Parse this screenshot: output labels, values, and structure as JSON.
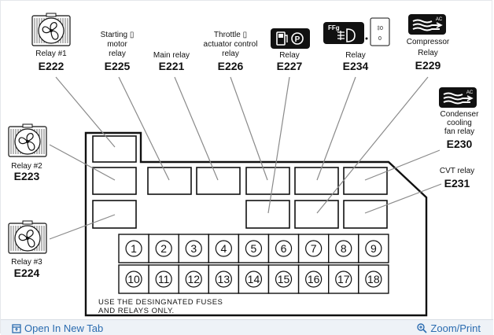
{
  "relays": [
    {
      "id": "r1",
      "label_lines": [
        "Relay #1"
      ],
      "code": "E222"
    },
    {
      "id": "r2",
      "label_lines": [
        "Starting ▯",
        "motor",
        "relay"
      ],
      "code": "E225"
    },
    {
      "id": "r3",
      "label_lines": [
        "Main relay"
      ],
      "code": "E221"
    },
    {
      "id": "r4",
      "label_lines": [
        "Throttle ▯",
        "actuator control",
        "relay"
      ],
      "code": "E226"
    },
    {
      "id": "r5",
      "label_lines": [
        "Relay"
      ],
      "code": "E227"
    },
    {
      "id": "r6",
      "label_lines": [
        "Relay"
      ],
      "code": "E234"
    },
    {
      "id": "r7",
      "label_lines": [
        "Compressor",
        "Relay"
      ],
      "code": "E229"
    },
    {
      "id": "r8",
      "label_lines": [
        "Condenser",
        "cooling",
        "fan relay"
      ],
      "code": "E230"
    },
    {
      "id": "r9",
      "label_lines": [
        "CVT relay"
      ],
      "code": "E231"
    },
    {
      "id": "r10",
      "label_lines": [
        "Relay #2"
      ],
      "code": "E223"
    },
    {
      "id": "r11",
      "label_lines": [
        "Relay #3"
      ],
      "code": "E224"
    }
  ],
  "fuses_row1": [
    "1",
    "2",
    "3",
    "4",
    "5",
    "6",
    "7",
    "8",
    "9"
  ],
  "fuses_row2": [
    "10",
    "11",
    "12",
    "13",
    "14",
    "15",
    "16",
    "17",
    "18"
  ],
  "note_lines": [
    "USE  THE  DESINGNATED  FUSES",
    "AND  RELAYS  ONLY."
  ],
  "icon_texts": {
    "ffg": "FFg",
    "ac": "AC",
    "switch_top": "‡0",
    "switch_bottom": "0"
  },
  "footer": {
    "open_tab": "Open In New Tab",
    "zoom_print": "Zoom/Print"
  },
  "colors": {
    "link": "#2b6cb0",
    "line": "#111111",
    "leader": "#8a8a8a",
    "footer_bg": "#eef2f7"
  }
}
